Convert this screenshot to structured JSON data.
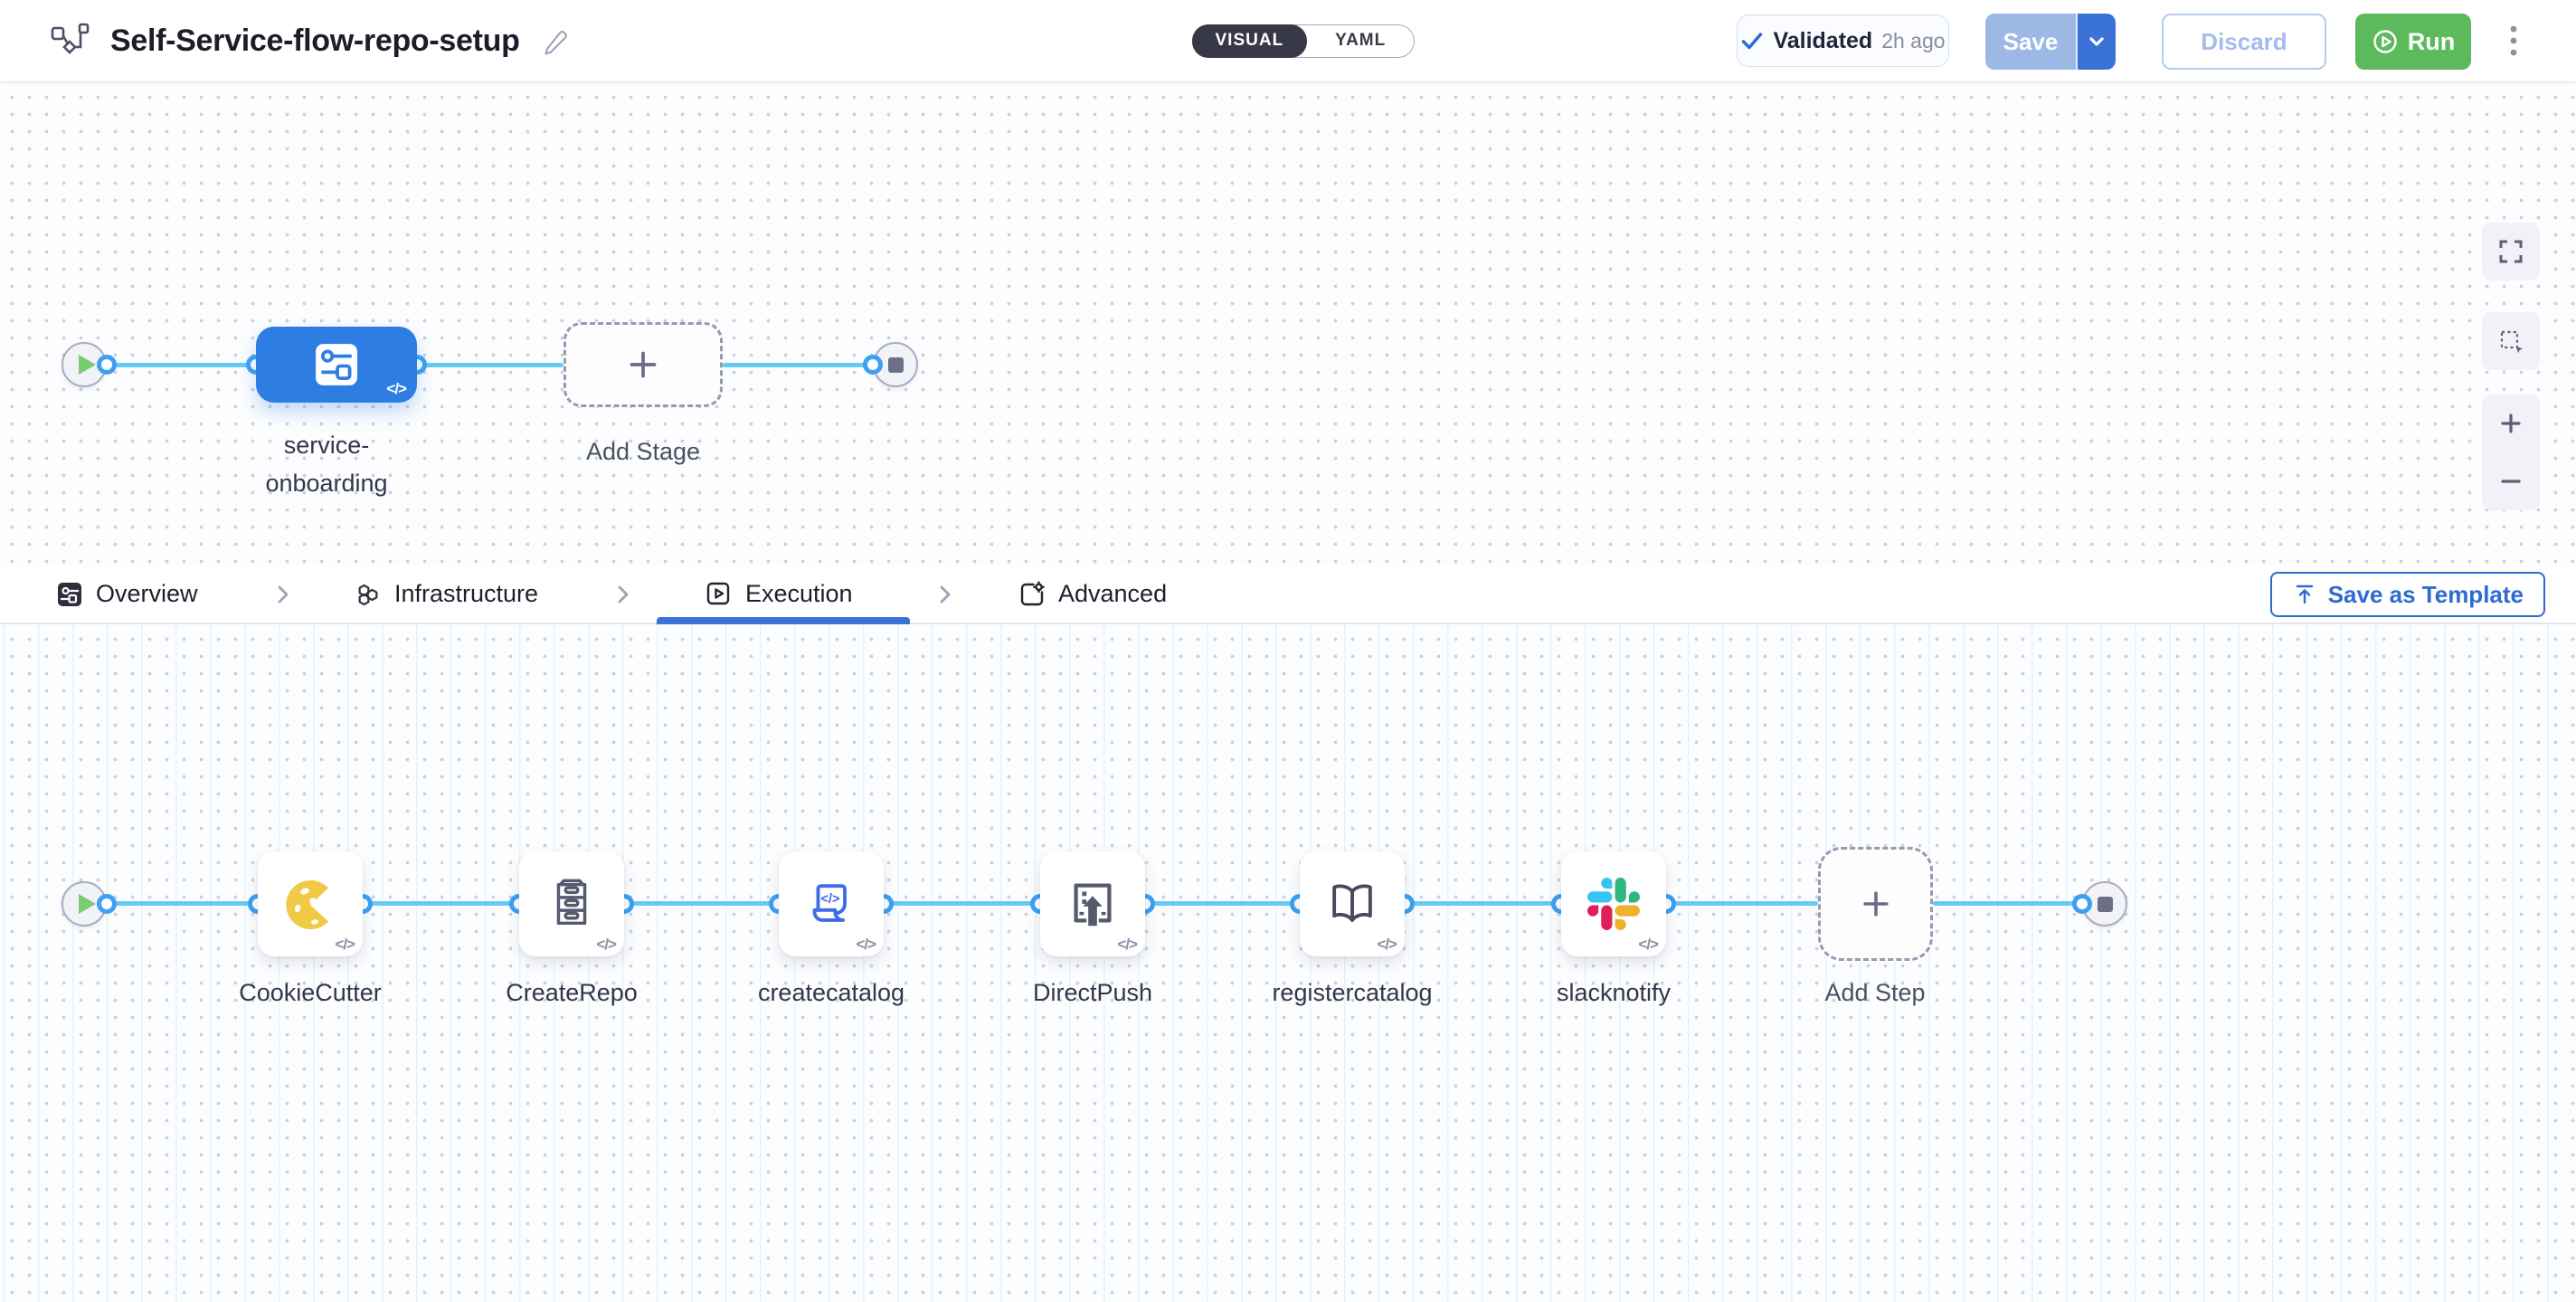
{
  "header": {
    "title": "Self-Service-flow-repo-setup",
    "mode_toggle": {
      "visual": "VISUAL",
      "yaml": "YAML"
    },
    "validation": {
      "status": "Validated",
      "time": "2h ago"
    },
    "actions": {
      "save": "Save",
      "discard": "Discard",
      "run": "Run"
    }
  },
  "stage_canvas": {
    "stage": {
      "label_lines": [
        "service-",
        "onboarding"
      ]
    },
    "add_stage_label": "Add Stage",
    "code_badge": "</>"
  },
  "tabs": {
    "items": [
      {
        "label": "Overview"
      },
      {
        "label": "Infrastructure"
      },
      {
        "label": "Execution"
      },
      {
        "label": "Advanced"
      }
    ],
    "active": "Execution",
    "save_as_template": "Save as Template"
  },
  "execution_canvas": {
    "steps": [
      {
        "label": "CookieCutter",
        "icon": "cookiecutter-icon"
      },
      {
        "label": "CreateRepo",
        "icon": "createrepo-icon"
      },
      {
        "label": "createcatalog",
        "icon": "createcatalog-icon"
      },
      {
        "label": "DirectPush",
        "icon": "directpush-icon"
      },
      {
        "label": "registercatalog",
        "icon": "registercatalog-icon"
      },
      {
        "label": "slacknotify",
        "icon": "slack-icon"
      }
    ],
    "add_step_label": "Add Step",
    "code_badge": "</>"
  },
  "colors": {
    "accent_blue": "#3b72d8",
    "stage_blue": "#2e7de3",
    "edge_blue": "#67c9f5",
    "port_blue": "#3da0f2",
    "run_green": "#5cba5c",
    "save_disabled_blue": "#9cb9e5",
    "cookie_yellow": "#f0c945",
    "icon_slate": "#565a6e",
    "slack_colors": [
      "#36C5F0",
      "#2EB67D",
      "#ECB22E",
      "#E01E5A"
    ]
  },
  "icons": {
    "kebab": "⋮",
    "plus": "+",
    "minus": "−",
    "chevron_right": "›",
    "check": "✓"
  }
}
